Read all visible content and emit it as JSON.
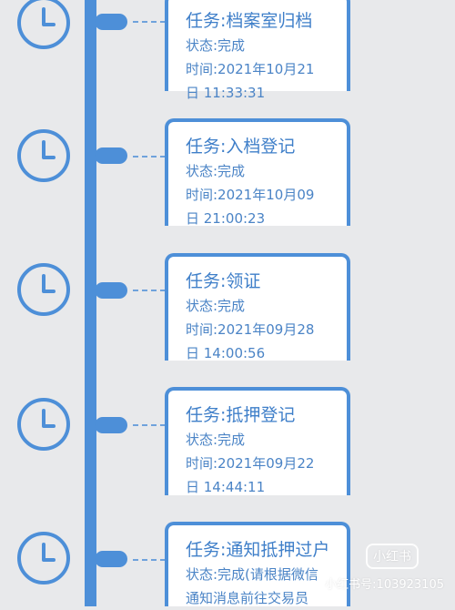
{
  "colors": {
    "accent": "#4d8fd8",
    "text": "#3f7fc9",
    "background": "#e8e9eb",
    "card": "#ffffff"
  },
  "entries": [
    {
      "task": "任务:档案室归档",
      "status": "状态:完成",
      "time_line1": "时间:2021年10月21",
      "time_line2": "日 11:33:31"
    },
    {
      "task": "任务:入档登记",
      "status": "状态:完成",
      "time_line1": "时间:2021年10月09",
      "time_line2": "日 21:00:23"
    },
    {
      "task": "任务:领证",
      "status": "状态:完成",
      "time_line1": "时间:2021年09月28",
      "time_line2": "日 14:00:56"
    },
    {
      "task": "任务:抵押登记",
      "status": "状态:完成",
      "time_line1": "时间:2021年09月22",
      "time_line2": "日 14:44:11"
    },
    {
      "task": "任务:通知抵押过户",
      "status": "状态:完成(请根据微信",
      "time_line1": "通知消息前往交易员",
      "time_line2": ""
    }
  ],
  "watermark": {
    "logo": "小红书",
    "account": "小红书号:103923105"
  }
}
